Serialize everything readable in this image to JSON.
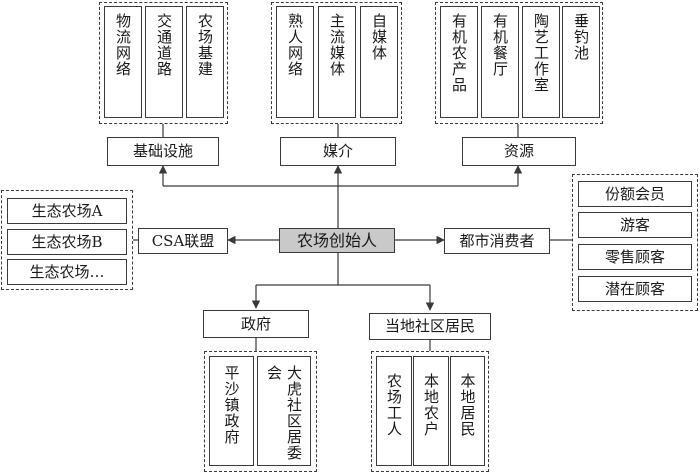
{
  "center": "农场创始人",
  "top": {
    "infrastructure": {
      "label": "基础设施",
      "items": [
        "物流网络",
        "交通道路",
        "农场基建"
      ]
    },
    "media": {
      "label": "媒介",
      "items": [
        "熟人网络",
        "主流媒体",
        "自媒体"
      ]
    },
    "resources": {
      "label": "资源",
      "items": [
        "有机农产品",
        "有机餐厅",
        "陶艺工作室",
        "垂钓池"
      ]
    }
  },
  "left": {
    "label": "CSA联盟",
    "items": [
      "生态农场A",
      "生态农场B",
      "生态农场…"
    ]
  },
  "right": {
    "label": "都市消费者",
    "items": [
      "份额会员",
      "游客",
      "零售顾客",
      "潜在顾客"
    ]
  },
  "bottom": {
    "government": {
      "label": "政府",
      "items": [
        "平沙镇政府",
        "大虎社区居委会"
      ]
    },
    "community": {
      "label": "当地社区居民",
      "items": [
        "农场工人",
        "本地农户",
        "本地居民"
      ]
    }
  },
  "colors": {
    "line": "#3a3a3a",
    "center_fill": "#c9c9c9"
  }
}
